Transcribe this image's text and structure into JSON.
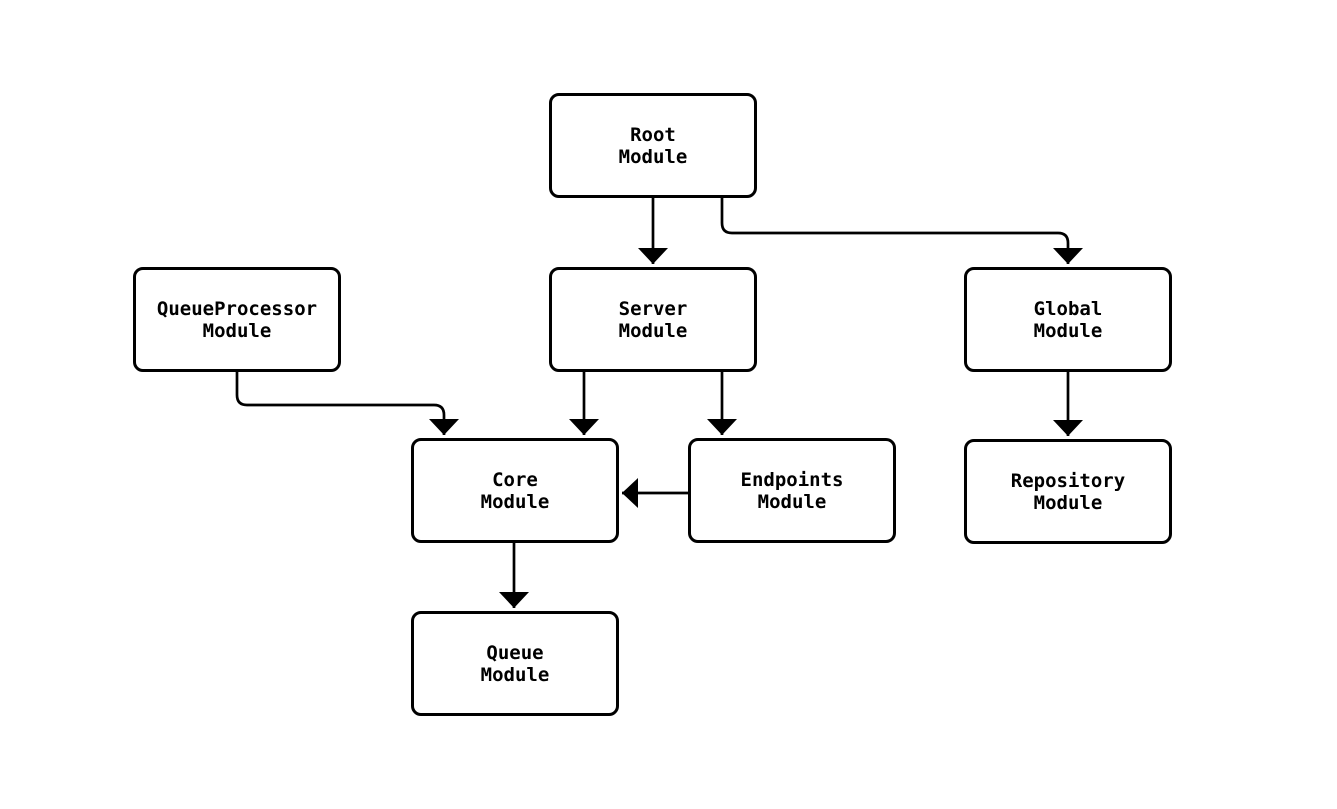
{
  "diagram": {
    "type": "module-dependency-graph",
    "background_color": "#ffffff",
    "node_fill_color": "#ffffff",
    "node_border_color": "#000000",
    "edge_color": "#000000",
    "text_color": "#000000",
    "nodes": [
      {
        "id": "root",
        "line1": "Root",
        "line2": "Module"
      },
      {
        "id": "queueprocessor",
        "line1": "QueueProcessor",
        "line2": "Module"
      },
      {
        "id": "server",
        "line1": "Server",
        "line2": "Module"
      },
      {
        "id": "global",
        "line1": "Global",
        "line2": "Module"
      },
      {
        "id": "core",
        "line1": "Core",
        "line2": "Module"
      },
      {
        "id": "endpoints",
        "line1": "Endpoints",
        "line2": "Module"
      },
      {
        "id": "repository",
        "line1": "Repository",
        "line2": "Module"
      },
      {
        "id": "queue",
        "line1": "Queue",
        "line2": "Module"
      }
    ],
    "edges": [
      {
        "from": "Root Module",
        "to": "Server Module"
      },
      {
        "from": "Root Module",
        "to": "Global Module"
      },
      {
        "from": "QueueProcessor Module",
        "to": "Core Module"
      },
      {
        "from": "Server Module",
        "to": "Core Module"
      },
      {
        "from": "Server Module",
        "to": "Endpoints Module"
      },
      {
        "from": "Endpoints Module",
        "to": "Core Module"
      },
      {
        "from": "Global Module",
        "to": "Repository Module"
      },
      {
        "from": "Core Module",
        "to": "Queue Module"
      }
    ]
  }
}
